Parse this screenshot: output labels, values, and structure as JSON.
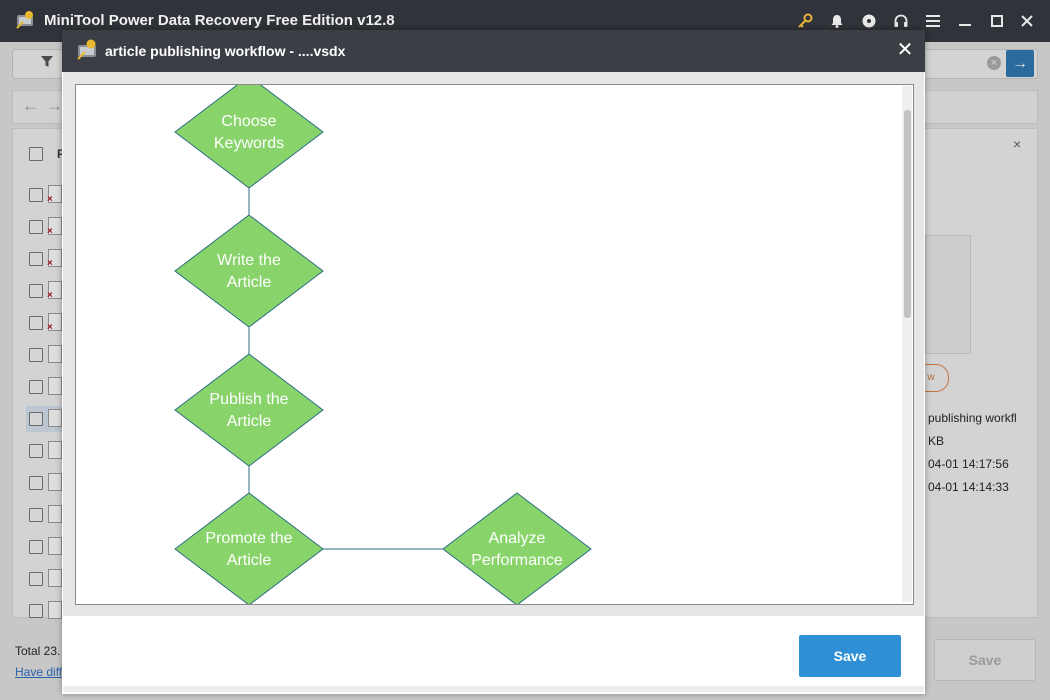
{
  "app": {
    "title": "MiniTool Power Data Recovery Free Edition v12.8",
    "titlebar_icons": [
      "key-icon",
      "bell-icon",
      "disc-icon",
      "headset-icon",
      "menu-icon",
      "minimize-icon",
      "maximize-icon",
      "close-icon"
    ]
  },
  "background": {
    "filter_icon": "filter-icon",
    "clear_icon": "×",
    "go_icon": "→",
    "nav_back": "←",
    "nav_forward": "→",
    "column_header_initial": "F",
    "side_close": "×",
    "orange_button_fragment": "w",
    "info": {
      "name_fragment": " publishing workfl",
      "size_fragment": "KB",
      "date1_fragment": "04-01 14:17:56",
      "date2_fragment": "04-01 14:14:33"
    },
    "total_label": "Total 23.",
    "link_text": "Have diff",
    "save_label": "Save"
  },
  "dialog": {
    "title": "article publishing workflow - ....vsdx",
    "close_icon": "✕",
    "save_label": "Save"
  },
  "flowchart": {
    "fill_color": "#88d46b",
    "stroke_color": "#2e6d86",
    "nodes": [
      {
        "id": "choose-keywords",
        "lines": [
          "Choose",
          "Keywords"
        ]
      },
      {
        "id": "write-article",
        "lines": [
          "Write the",
          "Article"
        ]
      },
      {
        "id": "publish-article",
        "lines": [
          "Publish the",
          "Article"
        ]
      },
      {
        "id": "promote-article",
        "lines": [
          "Promote the",
          "Article"
        ]
      },
      {
        "id": "analyze-performance",
        "lines": [
          "Analyze",
          "Performance"
        ]
      }
    ],
    "edges": [
      [
        "choose-keywords",
        "write-article"
      ],
      [
        "write-article",
        "publish-article"
      ],
      [
        "publish-article",
        "promote-article"
      ],
      [
        "promote-article",
        "analyze-performance"
      ]
    ]
  },
  "colors": {
    "save_button": "#2f8fd6",
    "titlebar": "#303339",
    "dialog_titlebar": "#3b3f45"
  }
}
